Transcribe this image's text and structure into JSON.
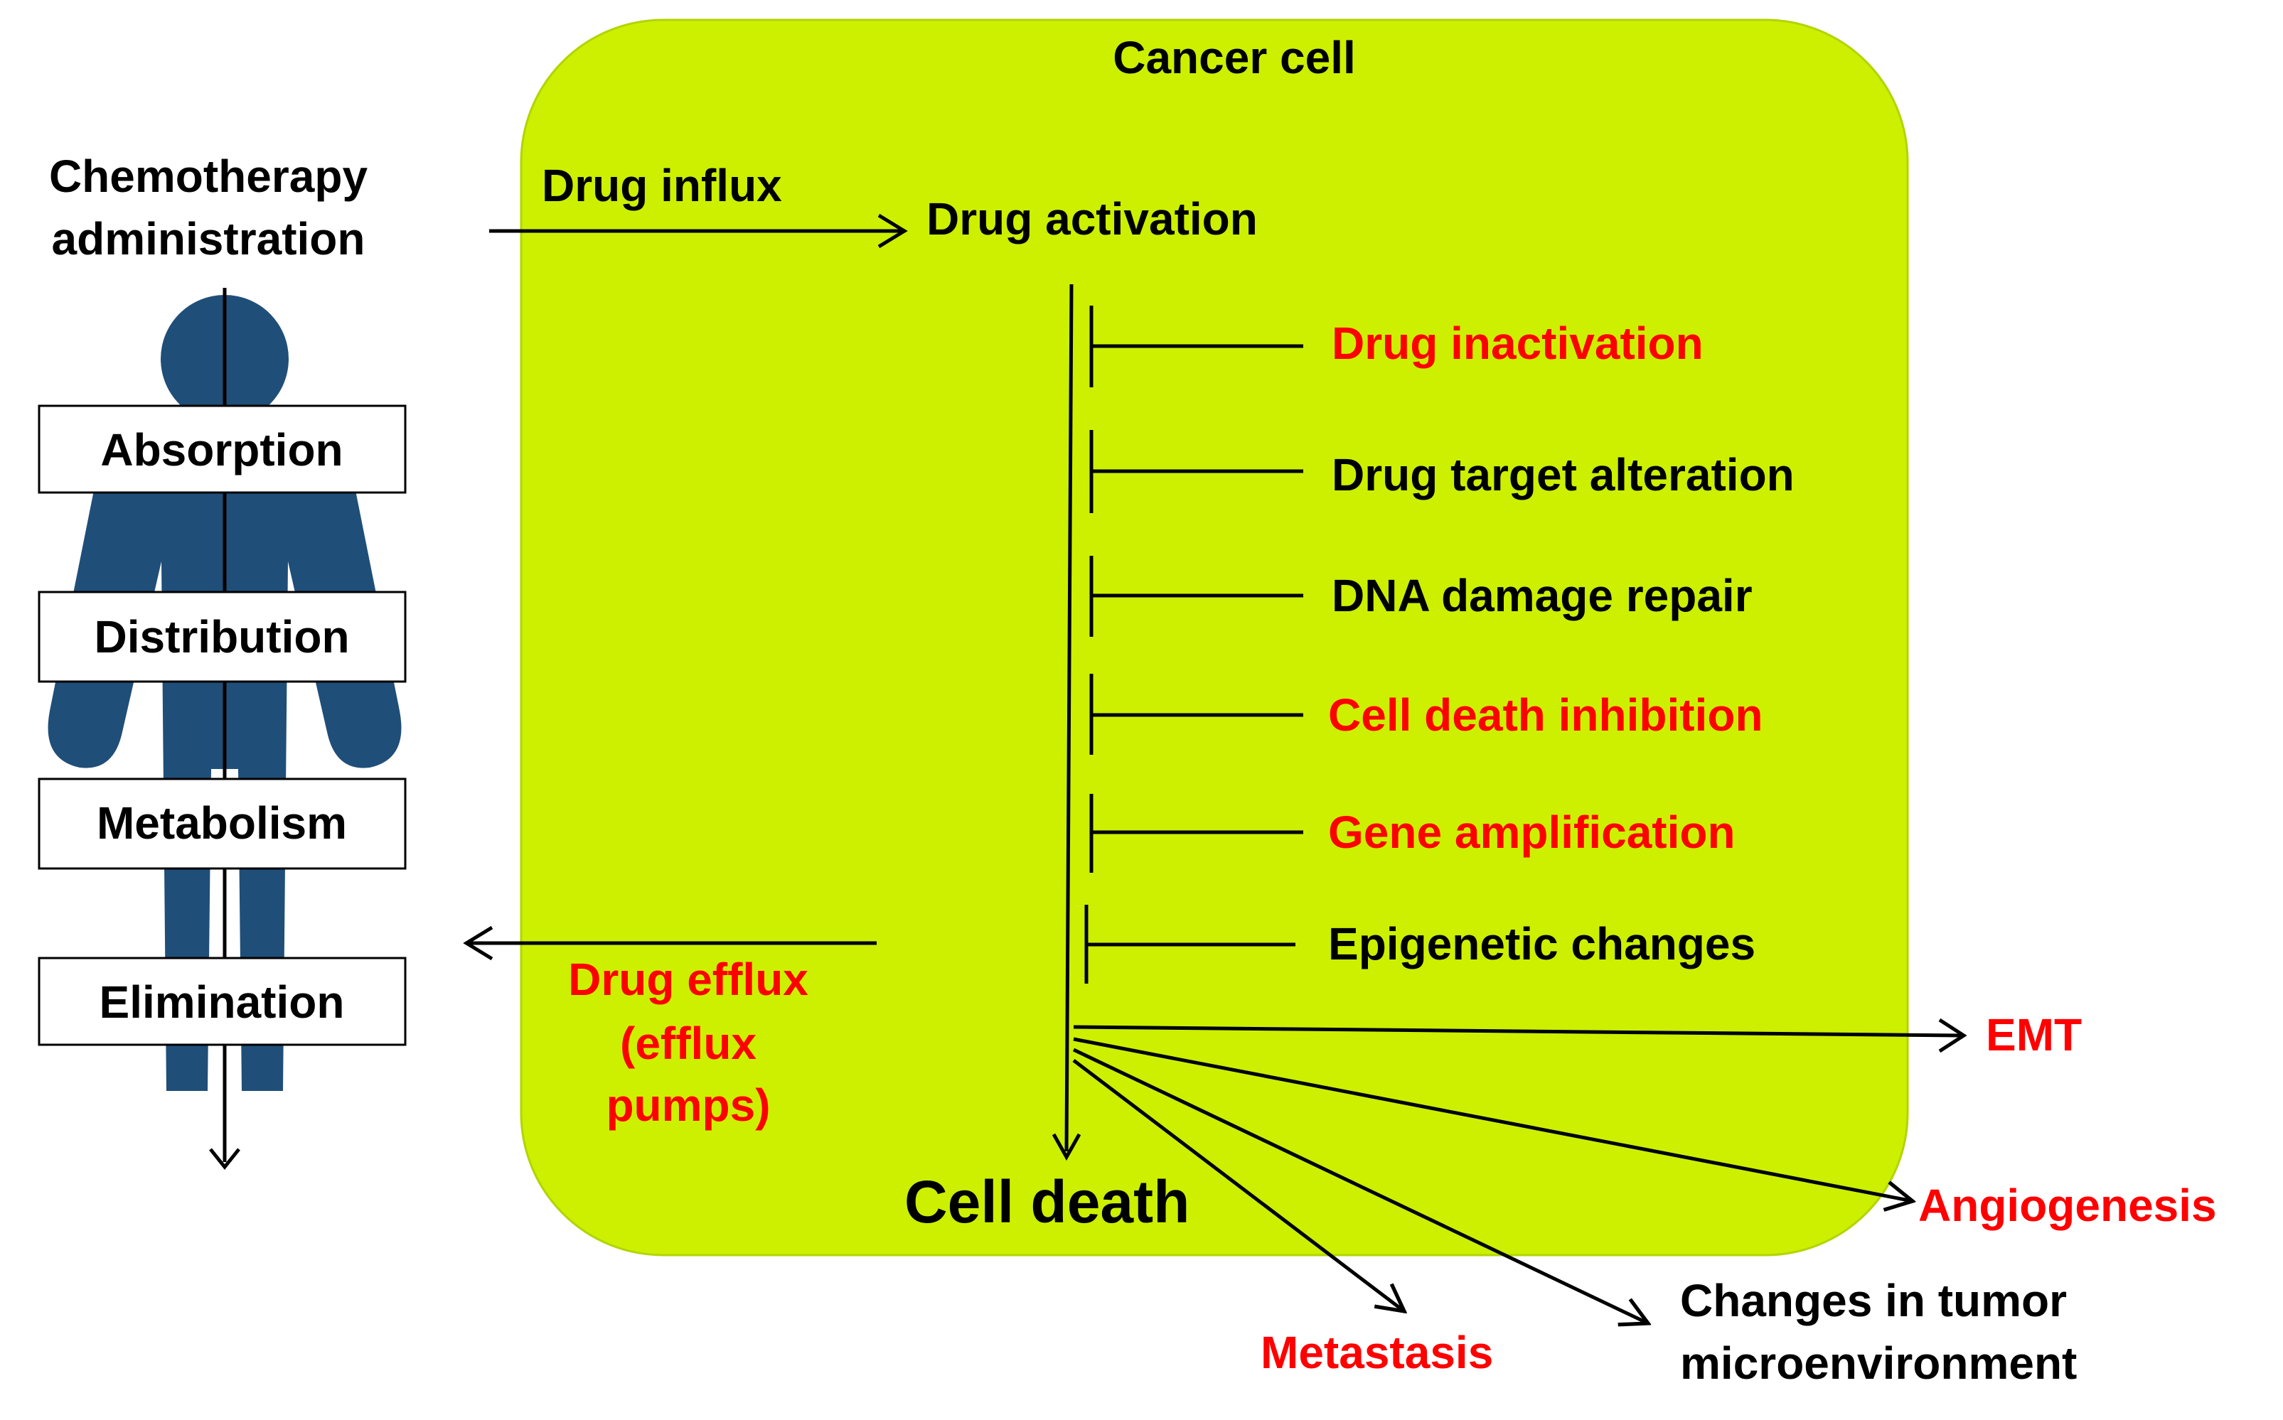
{
  "cell": {
    "title": "Cancer cell",
    "fill_color": "#ccf000",
    "drug_influx": "Drug influx",
    "drug_activation": "Drug activation",
    "cell_death": "Cell death"
  },
  "patient": {
    "title_line1": "Chemotherapy",
    "title_line2": "administration",
    "figure_color": "#1f4e79",
    "stages": [
      "Absorption",
      "Distribution",
      "Metabolism",
      "Elimination"
    ]
  },
  "efflux": {
    "line1": "Drug efflux",
    "line2": "(efflux",
    "line3": "pumps)"
  },
  "mechanisms": [
    {
      "label": "Drug inactivation",
      "color": "#ff0000"
    },
    {
      "label": "Drug target alteration",
      "color": "#000000"
    },
    {
      "label": "DNA damage repair",
      "color": "#000000"
    },
    {
      "label": "Cell death inhibition",
      "color": "#ff0000"
    },
    {
      "label": "Gene amplification",
      "color": "#ff0000"
    },
    {
      "label": "Epigenetic changes",
      "color": "#000000"
    }
  ],
  "outcomes": {
    "emt": "EMT",
    "angiogenesis": "Angiogenesis",
    "metastasis": "Metastasis",
    "tme_line1": "Changes in tumor",
    "tme_line2": "microenvironment"
  },
  "colors": {
    "highlight": "#ff0000",
    "text": "#000000"
  }
}
